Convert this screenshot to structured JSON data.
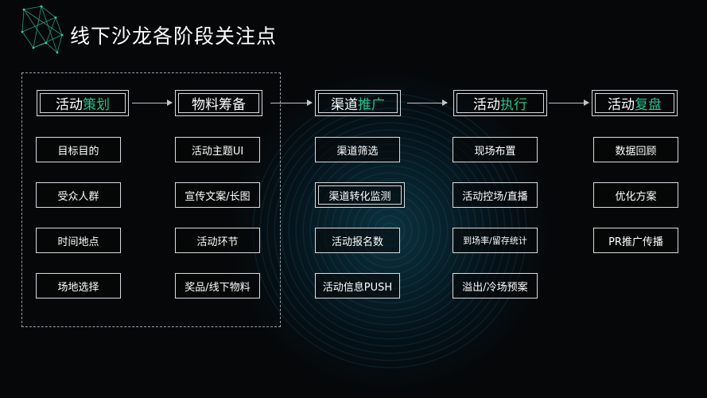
{
  "title": "线下沙龙各阶段关注点",
  "stages": [
    {
      "label_main": "活动",
      "label_accent": "策划"
    },
    {
      "label_main": "物料筹备",
      "label_accent": ""
    },
    {
      "label_main": "渠道",
      "label_accent": "推广"
    },
    {
      "label_main": "活动",
      "label_accent": "执行"
    },
    {
      "label_main": "活动",
      "label_accent": "复盘"
    }
  ],
  "columns": [
    [
      "目标目的",
      "受众人群",
      "时间地点",
      "场地选择"
    ],
    [
      "活动主题UI",
      "宣传文案/长图",
      "活动环节",
      "奖品/线下物料"
    ],
    [
      "渠道筛选",
      "渠道转化监测",
      "活动报名数",
      "活动信息PUSH"
    ],
    [
      "现场布置",
      "活动控场/直播",
      "到场率/留存统计",
      "溢出/冷场预案"
    ],
    [
      "数据回顾",
      "优化方案",
      "PR推广传播"
    ]
  ],
  "colors": {
    "accent": "#22c48a",
    "border": "#d9dde0",
    "background": "#050708"
  },
  "icons": {
    "logo": "wireframe-polygon-logo",
    "arrow": "arrow-right-icon"
  }
}
